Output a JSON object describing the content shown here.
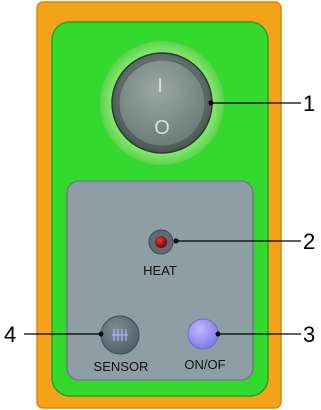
{
  "colors": {
    "outer_frame": "#f4a21a",
    "green_panel": "#33d92e",
    "grey_subpanel": "#8f9ea5",
    "switch_glow": "#8ff07a",
    "heat_led": "#9a1010",
    "onoff_button": "#8f88f2",
    "sensor_button": "#5f6f78"
  },
  "power_switch": {
    "on_symbol": "I",
    "off_symbol": "O"
  },
  "heat_indicator": {
    "label": "HEAT"
  },
  "sensor_button": {
    "label": "SENSOR",
    "icon": "sensor-icon"
  },
  "onoff_button": {
    "label": "ON/OF"
  },
  "callouts": [
    {
      "number": "1",
      "target": "power switch"
    },
    {
      "number": "2",
      "target": "HEAT indicator"
    },
    {
      "number": "3",
      "target": "ON/OF button"
    },
    {
      "number": "4",
      "target": "SENSOR button"
    }
  ]
}
